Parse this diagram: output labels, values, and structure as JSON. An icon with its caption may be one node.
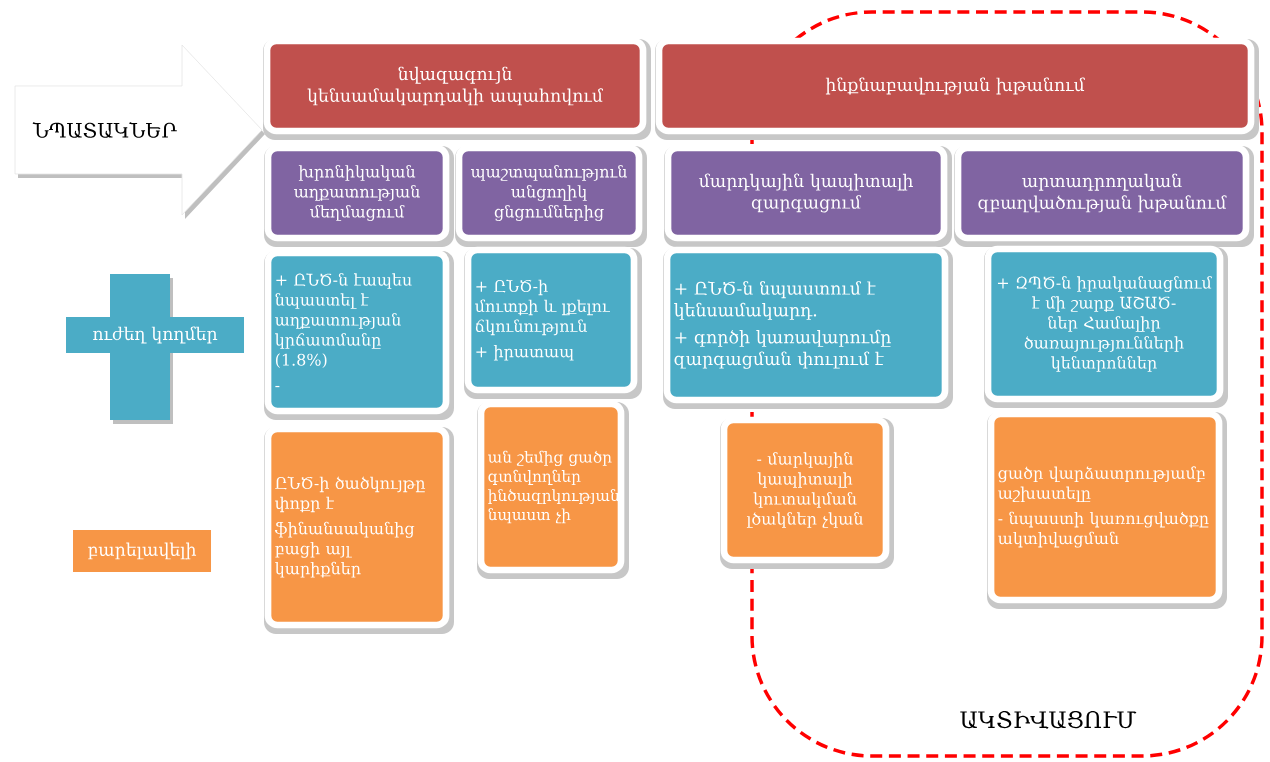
{
  "diagram": {
    "nodes": [
      {
        "text": [
          "ՆՊԱՏԱԿՆԵՐ"
        ]
      },
      {
        "text": [
          "նվազագույն կենսամակարդակի ապահովում"
        ]
      },
      {
        "text": [
          "ինքնաբավության խթանում"
        ]
      },
      {
        "text": [
          "խրոնիկական աղքատության մեղմացում"
        ]
      },
      {
        "text": [
          "պաշտպանություն անցողիկ ցնցումներից"
        ]
      },
      {
        "text": [
          "մարդկային կապիտալի զարգացում"
        ]
      },
      {
        "text": [
          "ԱԿՏԻՎԱՑՈՒՄ"
        ]
      },
      {
        "text": [
          "արտադրողական զբաղվածության խթանում"
        ],
        "in": 6
      },
      {
        "text": [
          "ուժեղ կողմեր"
        ]
      },
      {
        "text": [
          "+ ԸՆԾ-ն էապես նպաստել է աղքատության կրճատմանը (1.8%)",
          "-"
        ]
      },
      {
        "text": [
          "+ ԸՆԾ-ի մուտքի և լքելու ճկունություն",
          "+ իրատապ"
        ]
      },
      {
        "text": [
          "+ ԸՆԾ-ն նպաստում է կենսամակարդ.",
          "+ գործի կառավարումը զարգացման փուլում է"
        ]
      },
      {
        "text": [
          "+ ԶՊԾ-ն իրականացնում է մի շարք ԱՇԱԾ-ներ Համալիր ծառայությունների կենտրոններ"
        ],
        "in": 6
      },
      {
        "text": [
          "բարելավելի"
        ]
      },
      {
        "text": [
          "ԸՆԾ-ի ծածկույթը փոքր է",
          "ֆինանսականից բացի այլ կարիքներ"
        ]
      },
      {
        "text": [
          "ան շեմից ցածր գտնվողներ ինծազրկության նպաստ չի"
        ]
      },
      {
        "text": [
          "- մարկային կապիտալի կուտակման լծակներ չկան"
        ]
      },
      {
        "text": [
          "ցածր վարձատրությամբ աշխատելը",
          "- նպաստի կառուցվածքը ակտիվացման"
        ],
        "in": 6
      }
    ]
  }
}
